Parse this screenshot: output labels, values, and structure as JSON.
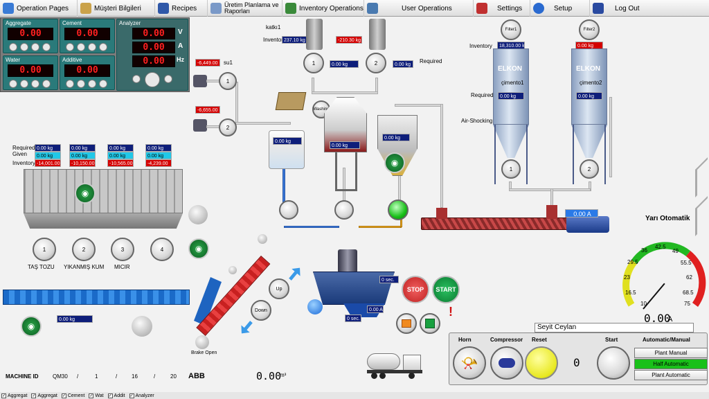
{
  "nav": [
    {
      "label": "Operation Pages",
      "icon": "grid-icon",
      "color": "#3a7bd5"
    },
    {
      "label": "Müşteri Bilgileri",
      "icon": "key-icon",
      "color": "#caa24a"
    },
    {
      "label": "Recipes",
      "icon": "recipes-icon",
      "color": "#2f58a8"
    },
    {
      "label": "Üretim Planlama ve Raporları",
      "icon": "report-icon",
      "color": "#7a99c8"
    },
    {
      "label": "Inventory Operations",
      "icon": "inventory-icon",
      "color": "#3a8a3a"
    },
    {
      "label": "User Operations",
      "icon": "users-icon",
      "color": "#4a7ab0"
    },
    {
      "label": "Settings",
      "icon": "tools-icon",
      "color": "#c03030"
    },
    {
      "label": "Setup",
      "icon": "help-icon",
      "color": "#2a6ad0"
    },
    {
      "label": "Log Out",
      "icon": "logout-icon",
      "color": "#2a4aa0"
    }
  ],
  "meters": {
    "aggregate": {
      "title": "Aggregate",
      "value": "0.00"
    },
    "cement": {
      "title": "Cement",
      "value": "0.00"
    },
    "water": {
      "title": "Water",
      "value": "0.00"
    },
    "additive": {
      "title": "Additive",
      "value": "0.00"
    },
    "analyzer": {
      "title": "Analyzer",
      "v": "0.00",
      "a": "0.00",
      "hz": "0.00",
      "v_unit": "V",
      "a_unit": "A",
      "hz_unit": "Hz"
    }
  },
  "additive": {
    "katki_label": "katkı1",
    "inventory_label": "Inventory",
    "inv1": "237.10 kg",
    "inv2": "-210.30 kg",
    "tank1_value": "0.00 kg",
    "tank2_value": "0.00 kg",
    "required_label": "Required",
    "pump1": "1",
    "pump2": "2"
  },
  "water": {
    "su_label": "su1",
    "inv1": "-6,449.00 kg",
    "inv2": "-6,655.00 kg",
    "pump1": "1",
    "pump2": "2",
    "washing_label": "Washing"
  },
  "aggregate_bins": {
    "required_label": "Required",
    "given_label": "Given",
    "inventory_label": "Inventory",
    "bins": [
      {
        "num": "1",
        "name": "TAŞ TOZU",
        "required": "0.00 kg",
        "given": "0.00 kg",
        "inventory": "-14,001.00"
      },
      {
        "num": "2",
        "name": "YIKANMIŞ KUM",
        "required": "0.00 kg",
        "given": "0.00 kg",
        "inventory": "-10,150.00"
      },
      {
        "num": "3",
        "name": "MICIR",
        "required": "0.00 kg",
        "given": "0.00 kg",
        "inventory": "-10,565.00"
      },
      {
        "num": "4",
        "name": "",
        "required": "0.00 kg",
        "given": "0.00 kg",
        "inventory": "-4,239.00"
      }
    ],
    "conveyor_value": "0.00 kg"
  },
  "scales": {
    "water_scale": "0.00 kg",
    "additive_scale": "0.00 kg",
    "cement_scale": "0.00 kg"
  },
  "silos": {
    "inventory_label": "Inventory",
    "required_label": "Required",
    "air_label": "Air-Shocking",
    "brand": "ELKON",
    "items": [
      {
        "filter": "Filter1",
        "inventory": "18,310.00 kg",
        "name": "çimento1",
        "required": "0.00 kg",
        "num": "1"
      },
      {
        "filter": "Filter2",
        "inventory": "0.00 kg",
        "name": "çimento2",
        "required": "0.00 kg",
        "num": "2"
      }
    ],
    "screw_current": "0.00 A"
  },
  "mixer": {
    "timer1": "0 sec.",
    "timer2": "0 sec.",
    "current": "0.00 A",
    "stop": "STOP",
    "start": "START",
    "up": "Up",
    "down": "Down",
    "brake_open": "Brake Open"
  },
  "gauge": {
    "title": "Yarı Otomatik",
    "ticks": [
      "16.5",
      "23",
      "29.5",
      "36",
      "42.5",
      "49",
      "55.5",
      "62",
      "68.5",
      "75",
      "10"
    ],
    "value": "0.00",
    "unit": "A",
    "needle_value": 0.0
  },
  "operator": "Seyit Ceylan",
  "controls": {
    "horn": "Horn",
    "compressor": "Compressor",
    "reset": "Reset",
    "start": "Start",
    "mode_title": "Automatic/Manual",
    "count": "0",
    "modes": [
      "Plant Manual",
      "Half Automatic",
      "Plant Automatic"
    ],
    "active_mode": "Half Automatic"
  },
  "machine": {
    "label": "MACHINE ID",
    "id": "QM30",
    "sep": "/",
    "d1": "1",
    "d2": "16",
    "d3": "20",
    "brand": "ABB",
    "volume": "0.00",
    "volume_unit": "m³"
  },
  "bottom_tabs": [
    "Aggregat",
    "Aggregat",
    "Cement",
    "Wat",
    "Addit",
    "Analyzer"
  ],
  "colors": {
    "lcd_red": "#ff2020",
    "value_blue": "#0e1e7a",
    "value_red": "#d40000",
    "green_active": "#19c019",
    "stop_red": "#e03838",
    "start_green": "#18a040"
  }
}
